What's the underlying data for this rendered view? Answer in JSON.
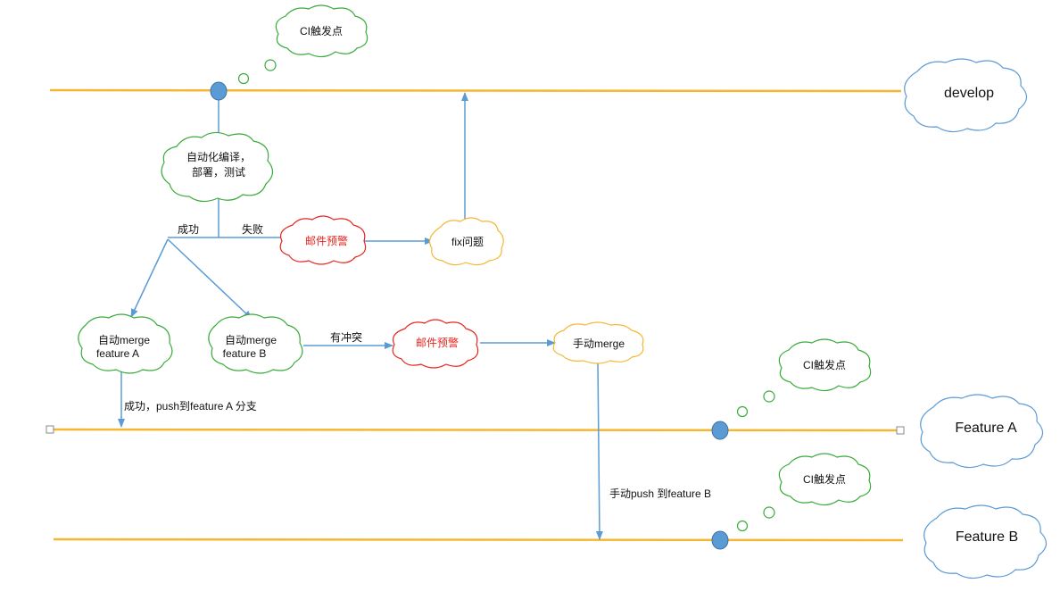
{
  "branches": {
    "develop": "develop",
    "feature_a": "Feature A",
    "feature_b": "Feature B"
  },
  "ci_trigger": "CI触发点",
  "nodes": {
    "auto_build_line1": "自动化编译，",
    "auto_build_line2": "部署，测试",
    "mail_alert": "邮件预警",
    "fix_issue": "fix问题",
    "auto_merge_a_line1": "自动merge",
    "auto_merge_a_line2": "feature A",
    "auto_merge_b_line1": "自动merge",
    "auto_merge_b_line2": "feature B",
    "manual_merge": "手动merge"
  },
  "edges": {
    "success": "成功",
    "failure": "失败",
    "conflict": "有冲突",
    "push_feature_a": "成功，push到feature A 分支",
    "manual_push_feature_b": "手动push 到feature B"
  },
  "colors": {
    "branch_line": "#f5b731",
    "commit_dot": "#5b9bd5",
    "arrow": "#5b9bd5",
    "cloud_green": "#3aab3a",
    "cloud_red": "#e8241e",
    "cloud_yellow": "#f5b731",
    "cloud_blue": "#5b9bd5"
  }
}
